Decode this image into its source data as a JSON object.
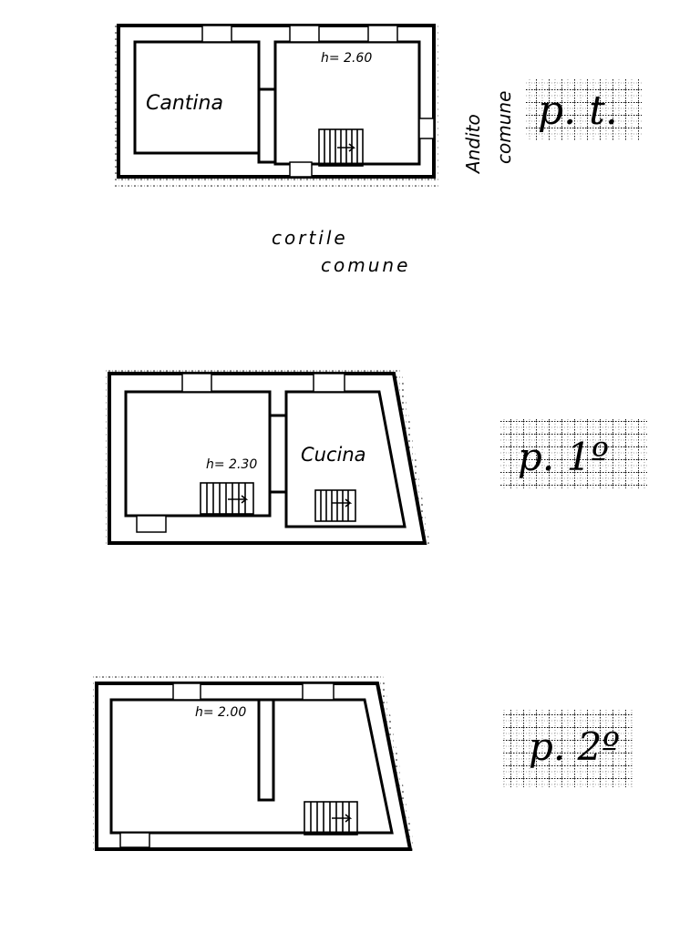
{
  "floors": [
    {
      "level_label": "p. t.",
      "rooms": [
        "Cantina"
      ],
      "height_note": "h= 2.60"
    },
    {
      "level_label": "p. 1º",
      "rooms": [
        "Cucina"
      ],
      "height_note": "h= 2.30"
    },
    {
      "level_label": "p. 2º",
      "rooms": [],
      "height_note": "h= 2.00"
    }
  ],
  "outside_labels": {
    "andito_line1": "Andito",
    "andito_line2": "comune",
    "cortile_line1": "cortile",
    "cortile_line2": "comune"
  }
}
